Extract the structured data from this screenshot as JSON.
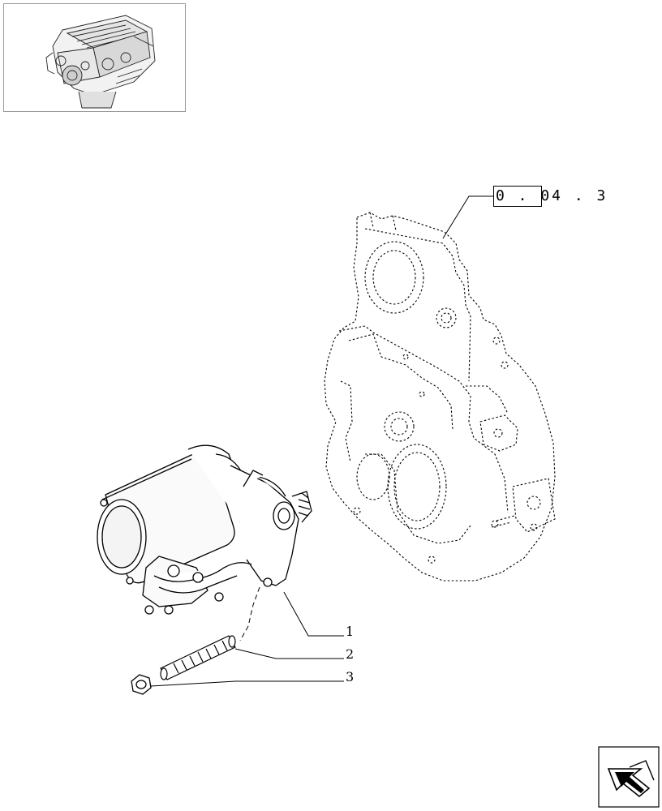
{
  "reference": {
    "code": "0.04.3",
    "display": "0 . 04 . 3"
  },
  "callouts": [
    {
      "number": "1",
      "part": "starter motor"
    },
    {
      "number": "2",
      "part": "stud"
    },
    {
      "number": "3",
      "part": "nut"
    }
  ],
  "icons": {
    "thumbnail": "engine-thumbnail-icon",
    "next": "next-page-arrow-icon"
  },
  "colors": {
    "line": "#000000",
    "frame": "#9a9a9a",
    "background": "#ffffff"
  }
}
